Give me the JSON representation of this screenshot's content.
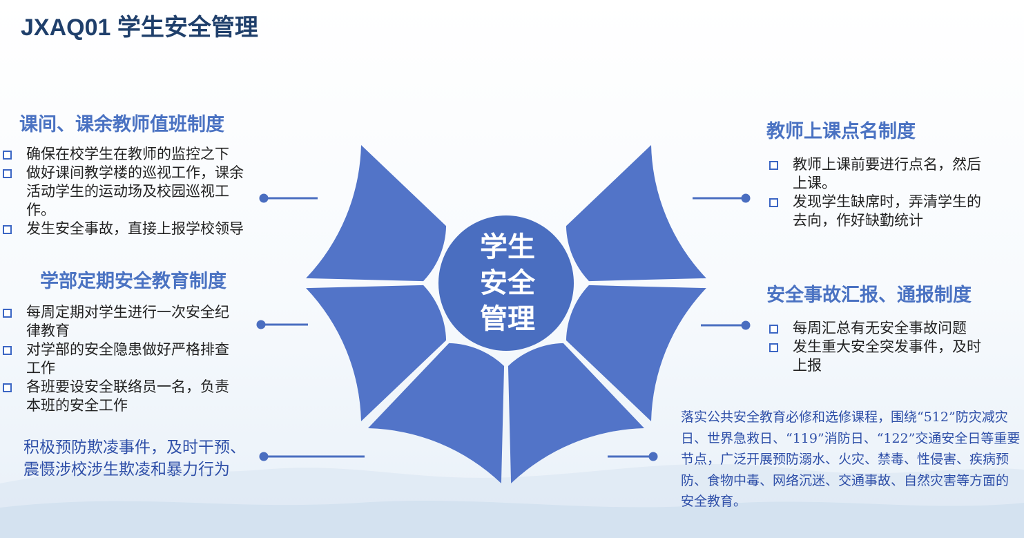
{
  "page": {
    "title": "JXAQ01 学生安全管理"
  },
  "diagram": {
    "center_lines": [
      "学生",
      "安全",
      "管理"
    ]
  },
  "sections": {
    "duty": {
      "heading": "课间、课余教师值班制度",
      "items": [
        "确保在校学生在教师的监控之下",
        "做好课间教学楼的巡视工作，课余活动学生的运动场及校园巡视工作。",
        "发生安全事故，直接上报学校领导"
      ]
    },
    "education": {
      "heading": "学部定期安全教育制度",
      "items": [
        "每周定期对学生进行一次安全纪律教育",
        "对学部的安全隐患做好严格排查工作",
        "各班要设安全联络员一名，负责本班的安全工作"
      ]
    },
    "roll_call": {
      "heading": "教师上课点名制度",
      "items": [
        "教师上课前要进行点名，然后上课。",
        "发现学生缺席时，弄清学生的去向，作好缺勤统计"
      ]
    },
    "report": {
      "heading": "安全事故汇报、通报制度",
      "items": [
        "每周汇总有无安全事故问题",
        "发生重大安全突发事件，及时上报"
      ]
    }
  },
  "bullying_text": "积极预防欺凌事件，及时干预、震慑涉校涉生欺凌和暴力行为",
  "curriculum_text": "落实公共安全教育必修和选修课程，围绕“512”防灾减灾日、世界急救日、“119”消防日、“122”交通安全日等重要节点，广泛开展预防溺水、火灾、禁毒、性侵害、疾病预防、食物中毒、网络沉迷、交通事故、自然灾害等方面的安全教育。",
  "colors": {
    "segment": "#5274c8",
    "center": "#4a6ec0",
    "heading": "#4a72c2",
    "title": "#1f3f6b",
    "blue_text": "#2e4fa8"
  }
}
